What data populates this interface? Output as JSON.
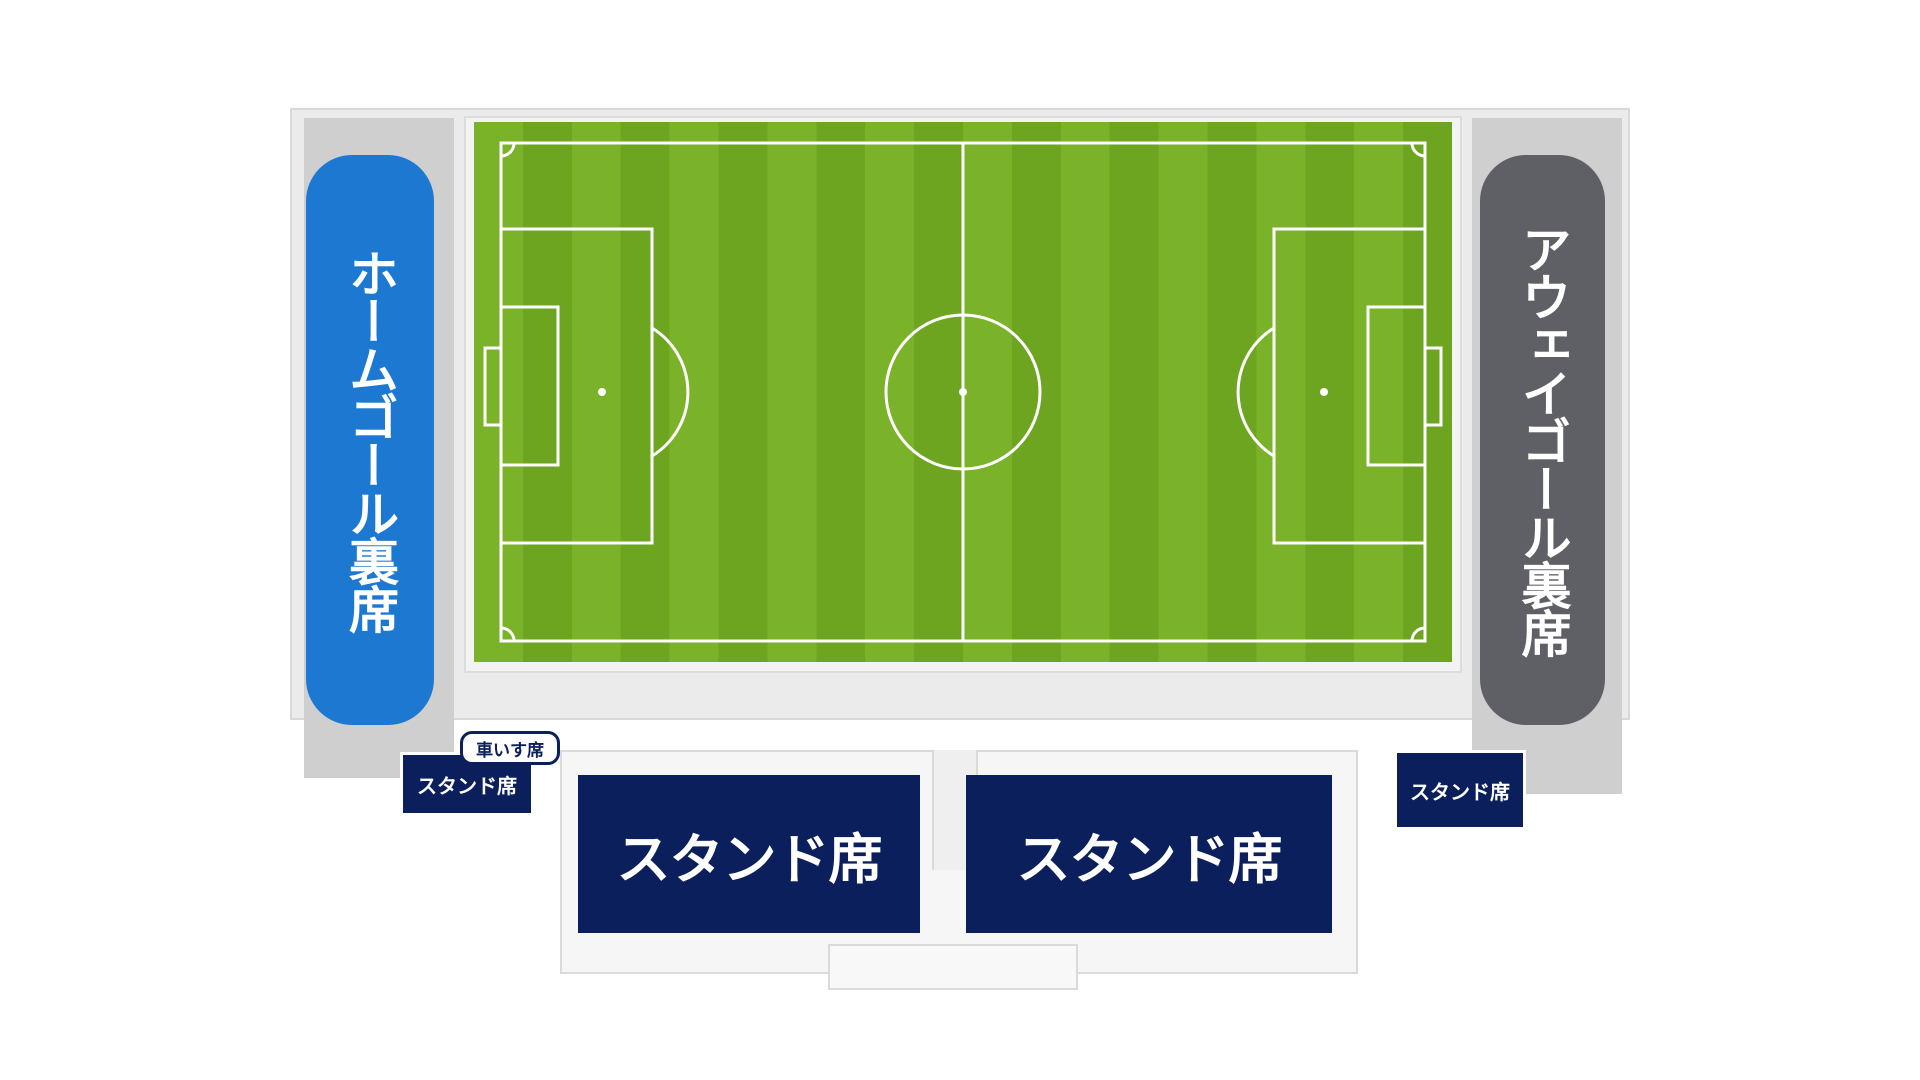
{
  "title": "",
  "seats": {
    "home_goal": "ホームゴール裏席",
    "away_goal": "アウェイゴール裏席",
    "wheelchair": "車いす席",
    "stand_small_left": "スタンド席",
    "stand_small_right": "スタンド席",
    "stand_main_left": "スタンド席",
    "stand_main_right": "スタンド席"
  },
  "colors": {
    "home": "#1c78d1",
    "away": "#5f6065",
    "stand": "#0b1f5c",
    "pitch_light": "#7ab22a",
    "pitch_dark": "#6da521",
    "lines": "#ffffff"
  },
  "icons": {
    "pitch": "soccer-pitch"
  }
}
